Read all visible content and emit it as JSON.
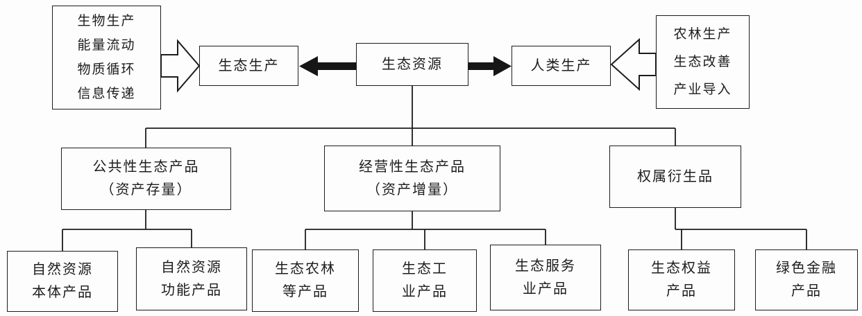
{
  "colors": {
    "line": "#1c1c1c",
    "box_border": "#1c1c1c",
    "background": "#fdfdfd",
    "text": "#1c1c1c",
    "solid_arrow": "#161616"
  },
  "nodes": {
    "bio_input": {
      "lines": [
        "生物生产",
        "能量流动",
        "物质循环",
        "信息传递"
      ]
    },
    "eco_production": {
      "label": "生态生产"
    },
    "eco_resources": {
      "label": "生态资源"
    },
    "human_production": {
      "label": "人类生产"
    },
    "agri_input": {
      "lines": [
        "农林生产",
        "生态改善",
        "产业导入"
      ]
    },
    "public_products": {
      "lines": [
        "公共性生态产品",
        "（资产存量）"
      ]
    },
    "operating_products": {
      "lines": [
        "经营性生态产品",
        "（资产增量）"
      ]
    },
    "ownership_derivatives": {
      "label": "权属衍生品"
    },
    "natural_entity": {
      "lines": [
        "自然资源",
        "本体产品"
      ]
    },
    "natural_function": {
      "lines": [
        "自然资源",
        "功能产品"
      ]
    },
    "eco_agriforestry": {
      "lines": [
        "生态农林",
        "等产品"
      ]
    },
    "eco_industry": {
      "lines": [
        "生态工",
        "业产品"
      ]
    },
    "eco_service": {
      "lines": [
        "生态服务",
        "业产品"
      ]
    },
    "eco_rights": {
      "lines": [
        "生态权益",
        "产品"
      ]
    },
    "green_finance": {
      "lines": [
        "绿色金融",
        "产品"
      ]
    }
  }
}
